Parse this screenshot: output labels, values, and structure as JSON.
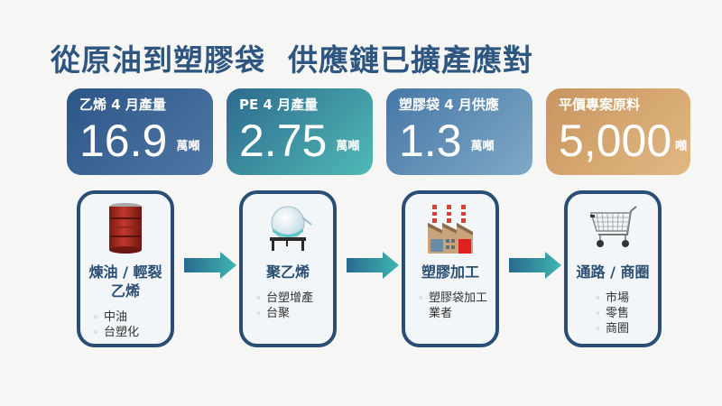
{
  "title": "從原油到塑膠袋  供應鏈已擴產應對",
  "stats": [
    {
      "label": "乙烯 4 月產量",
      "value": "16.9",
      "unit": "萬噸",
      "color_from": "#2c5688",
      "color_to": "#4f77a5"
    },
    {
      "label": "PE 4 月產量",
      "value": "2.75",
      "unit": "萬噸",
      "color_from": "#2e6a8e",
      "color_to": "#4fbab5"
    },
    {
      "label": "塑膠袋 4 月供應",
      "value": "1.3",
      "unit": "萬噸",
      "color_from": "#4677a6",
      "color_to": "#7fa9c6"
    },
    {
      "label": "平價專案原料",
      "value": "5,000",
      "unit": "噸",
      "color_from": "#c8955f",
      "color_to": "#e2b882"
    }
  ],
  "flow": [
    {
      "icon": "oil-barrel-icon",
      "name": "煉油 / 輕裂乙烯",
      "items": [
        "中油",
        "台塑化"
      ]
    },
    {
      "icon": "flask-reactor-icon",
      "name": "聚乙烯",
      "items": [
        "台塑增產",
        "台聚"
      ]
    },
    {
      "icon": "factory-icon",
      "name": "塑膠加工",
      "items": [
        "塑膠袋加工業者"
      ]
    },
    {
      "icon": "shopping-cart-icon",
      "name": "通路 / 商圈",
      "items": [
        "市場",
        "零售",
        "商圈"
      ]
    }
  ]
}
